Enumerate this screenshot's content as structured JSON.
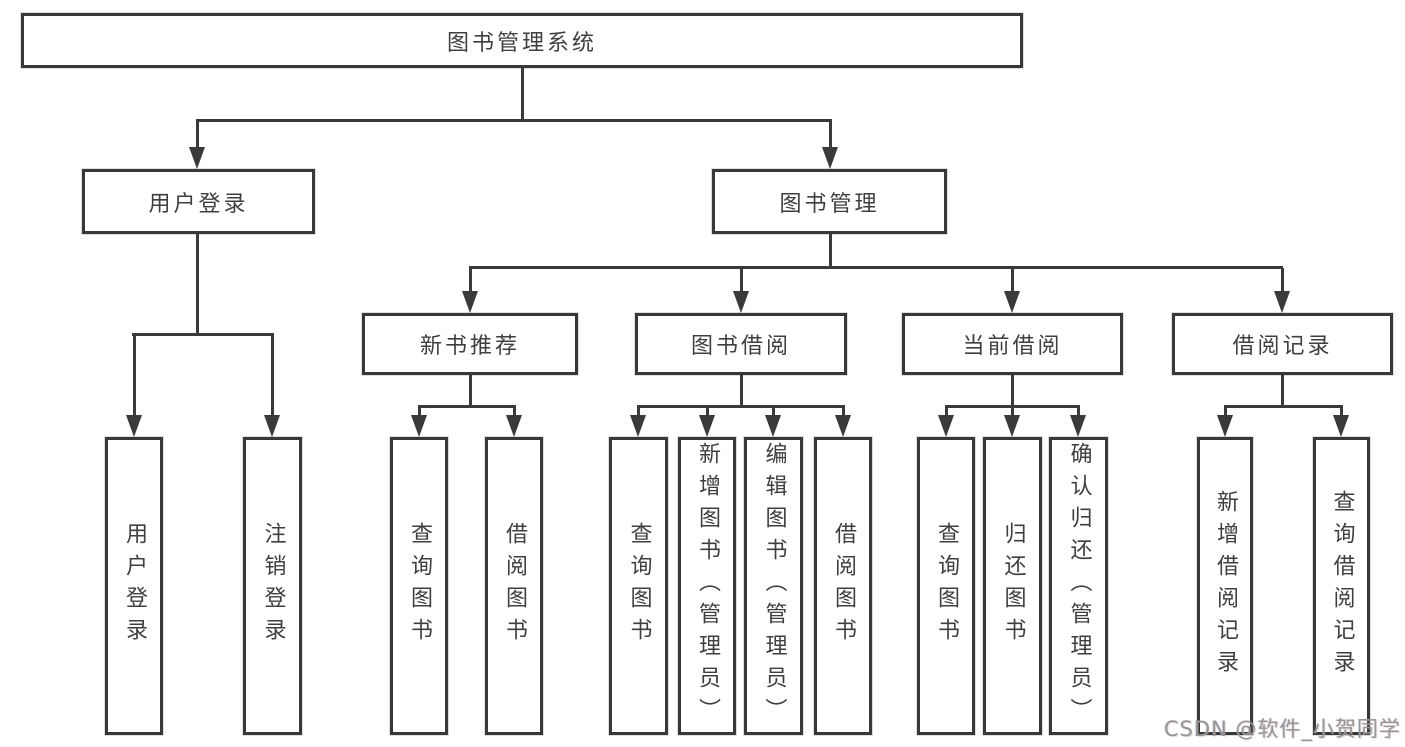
{
  "diagram": {
    "title": "图书管理系统",
    "type": "hierarchy-tree"
  },
  "nodes": {
    "root": "图书管理系统",
    "user_login": "用户登录",
    "book_mgmt": "图书管理",
    "new_book_rec": "新书推荐",
    "book_borrow": "图书借阅",
    "current_borrow": "当前借阅",
    "borrow_records": "借阅记录",
    "leaf_user_login": "用户登录",
    "leaf_logout": "注销登录",
    "leaf_nbr_query": "查询图书",
    "leaf_nbr_borrow": "借阅图书",
    "leaf_bb_query": "查询图书",
    "leaf_bb_add": "新增图书（管理员）",
    "leaf_bb_edit": "编辑图书（管理员）",
    "leaf_bb_borrow": "借阅图书",
    "leaf_cb_query": "查询图书",
    "leaf_cb_return": "归还图书",
    "leaf_cb_confirm": "确认归还（管理员）",
    "leaf_br_add": "新增借阅记录",
    "leaf_br_query": "查询借阅记录"
  },
  "watermark": "CSDN @软件_小贺同学",
  "colors": {
    "line": "#3a3a3a",
    "box_border": "#383838",
    "text": "#3f3f3f",
    "background": "#ffffff",
    "watermark": "#969696"
  }
}
